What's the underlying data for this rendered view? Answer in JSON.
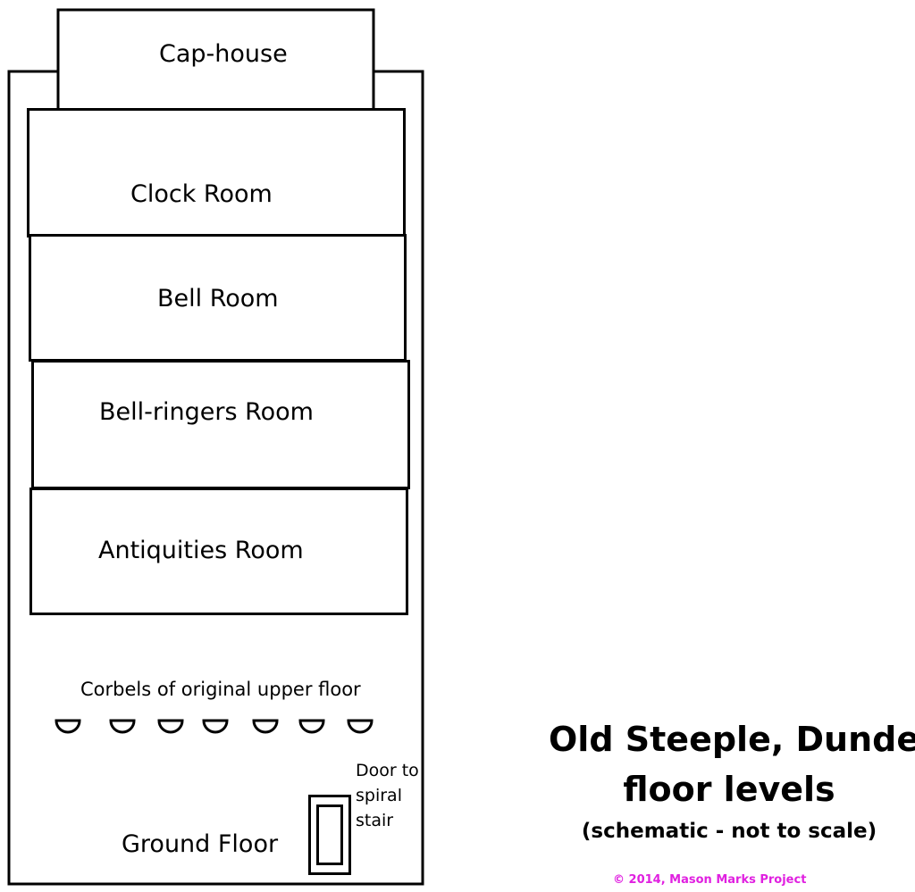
{
  "rooms": {
    "caphouse": "Cap-house",
    "clock": "Clock Room",
    "bell": "Bell Room",
    "ringers": "Bell-ringers Room",
    "antiquities": "Antiquities Room"
  },
  "corbels_label": "Corbels of original upper floor",
  "door_label": [
    "Door to",
    "spiral",
    "stair"
  ],
  "ground_label": "Ground Floor",
  "title": [
    "Old Steeple, Dundee",
    "floor levels"
  ],
  "subtitle": "(schematic - not to scale)",
  "copyright": "© 2014, Mason Marks Project"
}
